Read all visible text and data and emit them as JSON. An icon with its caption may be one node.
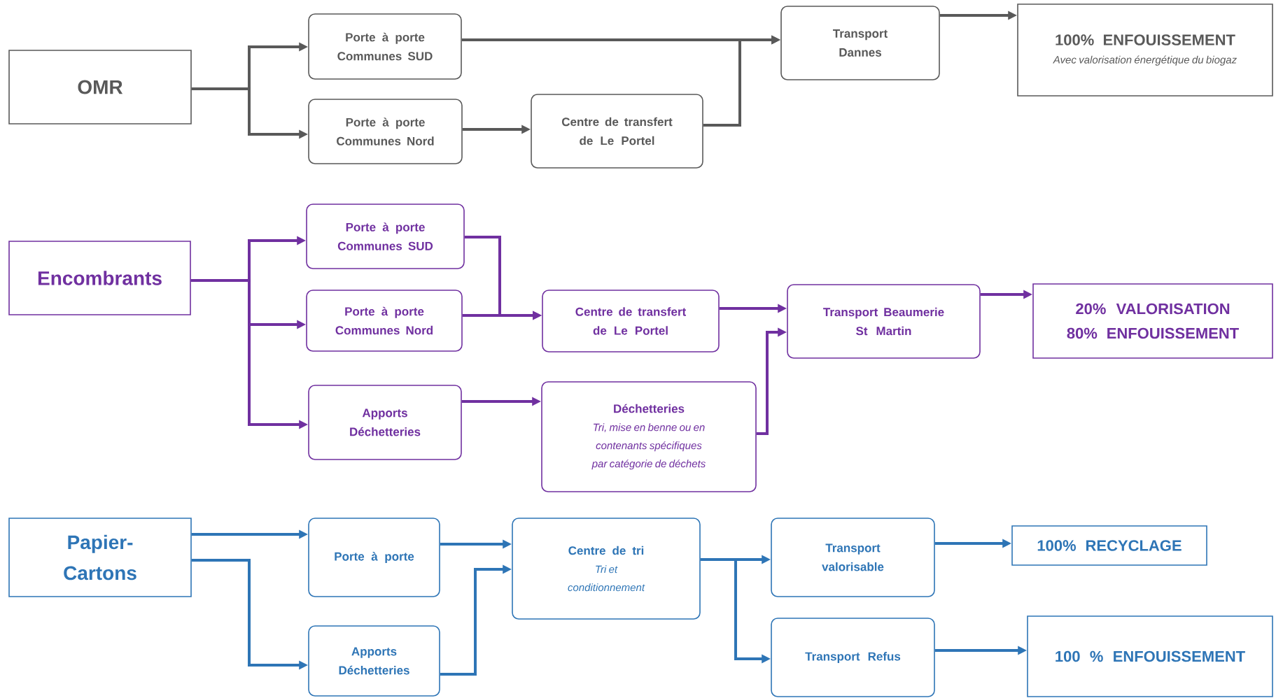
{
  "diagram": {
    "nodes": [
      {
        "text": [
          "OMR"
        ]
      },
      {
        "text": [
          "Porte à porte Communes SUD"
        ]
      },
      {
        "text": [
          "Porte à porte Communes Nord"
        ]
      },
      {
        "text": [
          "Centre de transfert de Le Portel"
        ]
      },
      {
        "text": [
          "Transport Dannes"
        ]
      },
      {
        "text": [
          "100% ENFOUISSEMENT",
          "Avec valorisation énergétique du biogaz"
        ]
      },
      {
        "text": [
          "Encombrants"
        ]
      },
      {
        "text": [
          "Porte à porte Communes SUD"
        ]
      },
      {
        "text": [
          "Porte à porte Communes Nord"
        ]
      },
      {
        "text": [
          "Apports Déchetteries"
        ]
      },
      {
        "text": [
          "Centre de transfert de Le Portel"
        ]
      },
      {
        "text": [
          "Déchetteries",
          "Tri, mise en benne ou en contenants spécifiques par catégorie de déchets"
        ]
      },
      {
        "text": [
          "Transport Beaumerie St Martin"
        ]
      },
      {
        "text": [
          "20% VALORISATION 80% ENFOUISSEMENT"
        ]
      },
      {
        "text": [
          "Papier-Cartons"
        ]
      },
      {
        "text": [
          "Porte à porte"
        ]
      },
      {
        "text": [
          "Apports Déchetteries"
        ]
      },
      {
        "text": [
          "Centre de tri",
          "Tri et conditionnement"
        ]
      },
      {
        "text": [
          "Transport valorisable"
        ]
      },
      {
        "text": [
          "Transport Refus"
        ]
      },
      {
        "text": [
          "100% RECYCLAGE"
        ]
      },
      {
        "text": [
          "100 % ENFOUISSEMENT"
        ]
      }
    ],
    "edges": [
      {
        "from": 0,
        "to": 1,
        "arrow": "to",
        "color": "#595959"
      },
      {
        "from": 0,
        "to": 2,
        "arrow": "to",
        "color": "#595959"
      },
      {
        "from": 1,
        "to": 4,
        "arrow": "to",
        "color": "#595959"
      },
      {
        "from": 2,
        "to": 3,
        "arrow": "to",
        "color": "#595959"
      },
      {
        "from": 3,
        "to": 4,
        "arrow": "to",
        "color": "#595959"
      },
      {
        "from": 4,
        "to": 5,
        "arrow": "to",
        "color": "#595959"
      },
      {
        "from": 6,
        "to": 7,
        "arrow": "to"
      },
      {
        "from": 6,
        "to": 8,
        "arrow": "to"
      },
      {
        "from": 6,
        "to": 9,
        "arrow": "to"
      },
      {
        "from": 7,
        "to": 10,
        "arrow": "to"
      },
      {
        "from": 8,
        "to": 10,
        "arrow": "to"
      },
      {
        "from": 9,
        "to": 11,
        "arrow": "to"
      },
      {
        "from": 10,
        "to": 12,
        "arrow": "to"
      },
      {
        "from": 11,
        "to": 12,
        "arrow": "to"
      },
      {
        "from": 12,
        "to": 13,
        "arrow": "to"
      },
      {
        "from": 14,
        "to": 15,
        "arrow": "to",
        "color": "#2e75b6"
      },
      {
        "from": 14,
        "to": 16,
        "arrow": "to",
        "color": "#2e75b6"
      },
      {
        "from": 15,
        "to": 17,
        "arrow": "to",
        "color": "#2e75b6"
      },
      {
        "from": 16,
        "to": 17,
        "arrow": "to",
        "color": "#2e75b6"
      },
      {
        "from": 17,
        "to": 18,
        "arrow": "to",
        "color": "#2e75b6"
      },
      {
        "from": 17,
        "to": 19,
        "arrow": "to",
        "color": "#2e75b6"
      },
      {
        "from": 18,
        "to": 20,
        "arrow": "to",
        "color": "#2e75b6"
      },
      {
        "from": 19,
        "to": 21,
        "arrow": "to",
        "color": "#2e75b6"
      }
    ]
  }
}
